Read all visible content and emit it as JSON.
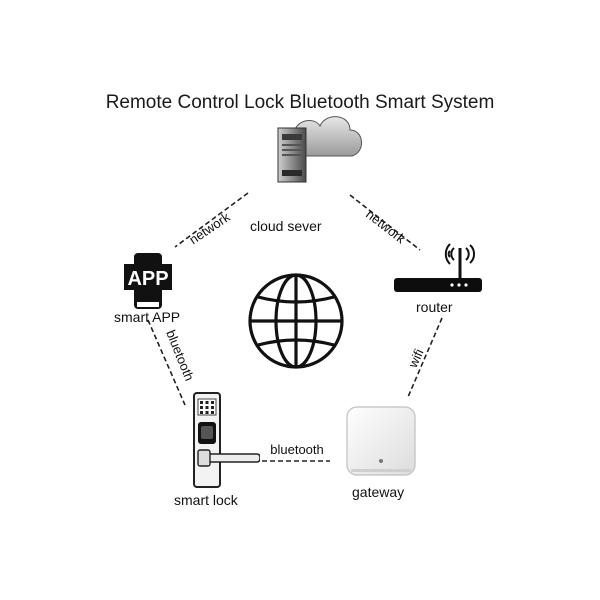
{
  "title": "Remote Control Lock Bluetooth Smart System",
  "nodes": {
    "cloud": {
      "label": "cloud sever"
    },
    "app": {
      "label": "smart APP",
      "icon_text": "APP"
    },
    "router": {
      "label": "router"
    },
    "lock": {
      "label": "smart lock"
    },
    "gateway": {
      "label": "gateway"
    }
  },
  "links": {
    "cloud_app": "network",
    "cloud_router": "network",
    "app_lock": "bluetooth",
    "lock_gateway": "bluetooth",
    "router_gateway": "wifi"
  },
  "colors": {
    "line": "#222222",
    "icon": "#111111",
    "background": "#ffffff"
  }
}
